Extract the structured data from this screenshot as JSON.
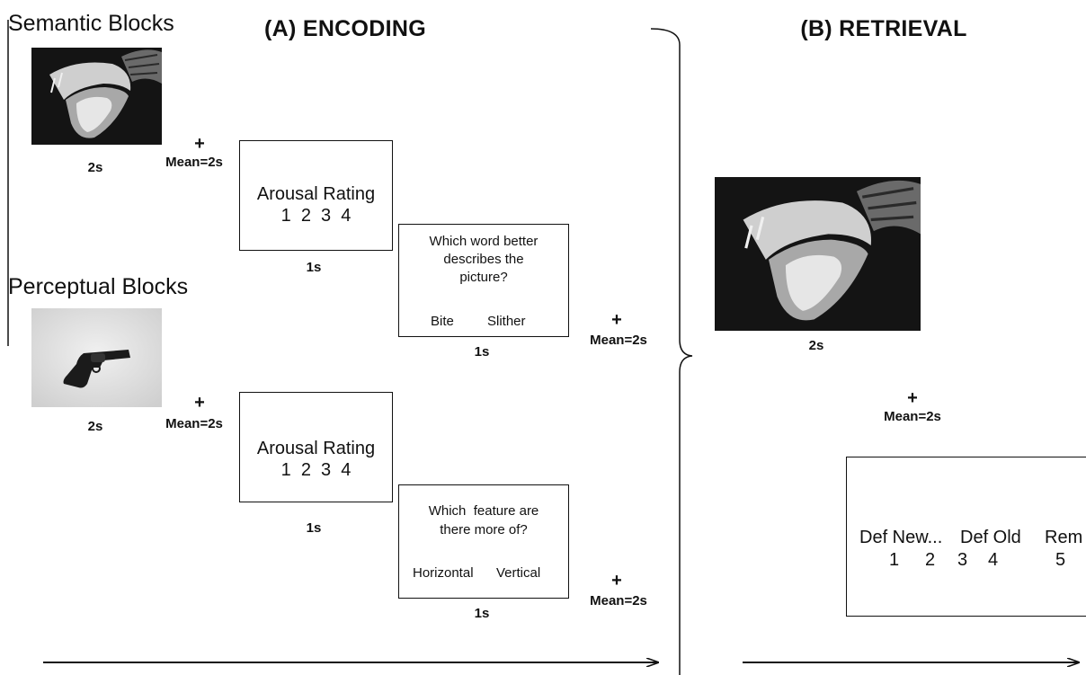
{
  "panels": {
    "encoding_title": "(A) ENCODING",
    "retrieval_title": "(B) RETRIEVAL"
  },
  "semantic": {
    "label": "Semantic Blocks",
    "image_icon": "snake-image-icon",
    "image_duration": "2s",
    "fixation1": {
      "symbol": "+",
      "mean": "Mean=2s"
    },
    "arousal": {
      "title": "Arousal Rating",
      "scale": "1  2  3  4",
      "duration": "1s"
    },
    "question": {
      "line1": "Which word better",
      "line2": "describes the",
      "line3": "picture?",
      "option_a": "Bite",
      "option_b": "Slither",
      "duration": "1s"
    },
    "fixation2": {
      "symbol": "+",
      "mean": "Mean=2s"
    }
  },
  "perceptual": {
    "label": "Perceptual Blocks",
    "image_icon": "gun-image-icon",
    "image_duration": "2s",
    "fixation1": {
      "symbol": "+",
      "mean": "Mean=2s"
    },
    "arousal": {
      "title": "Arousal Rating",
      "scale": "1  2  3  4",
      "duration": "1s"
    },
    "question": {
      "line1": "Which  feature are",
      "line2": "there more of?",
      "option_a": "Horizontal",
      "option_b": "Vertical",
      "duration": "1s"
    },
    "fixation2": {
      "symbol": "+",
      "mean": "Mean=2s"
    }
  },
  "retrieval": {
    "image_icon": "snake-image-icon",
    "image_duration": "2s",
    "fixation": {
      "symbol": "+",
      "mean": "Mean=2s"
    },
    "response": {
      "label_new": "Def New...",
      "label_old": "Def Old",
      "label_rem": "Rem",
      "n1": "1",
      "n2": "2",
      "n3": "3",
      "n4": "4",
      "n5": "5"
    }
  },
  "colors": {
    "ink": "#111111",
    "background": "#ffffff",
    "photo_dark": "#141414",
    "photo_light": "#e4e4e4"
  }
}
